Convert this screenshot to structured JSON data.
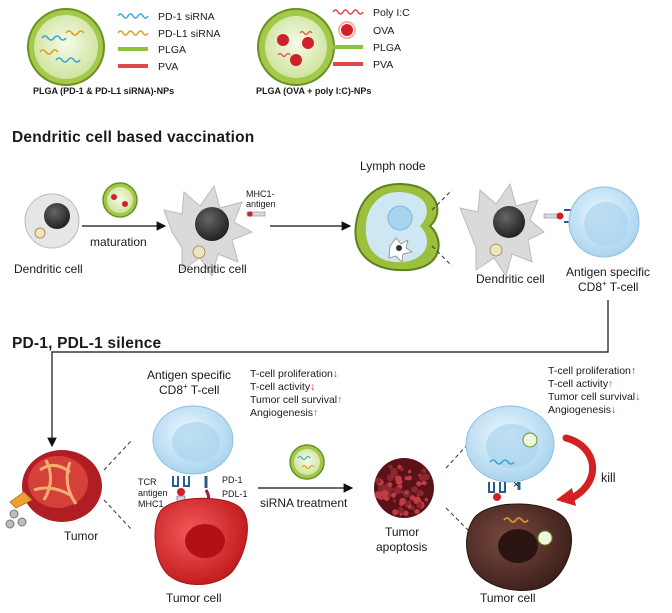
{
  "legend_left": {
    "items": [
      "PD-1 siRNA",
      "PD-L1 siRNA",
      "PLGA",
      "PVA"
    ],
    "caption": "PLGA (PD-1 & PD-L1 siRNA)-NPs"
  },
  "legend_right": {
    "items": [
      "Poly I:C",
      "OVA",
      "PLGA",
      "PVA"
    ],
    "caption": "PLGA (OVA + poly I:C)-NPs"
  },
  "section1": {
    "title": "Dendritic cell based vaccination",
    "maturation": "maturation",
    "dendritic_cell_1": "Dendritic cell",
    "dendritic_cell_2": "Dendritic cell",
    "mhc_line1": "MHC1-",
    "mhc_line2": "antigen",
    "lymph_node": "Lymph node",
    "dendritic_cell_3": "Dendritic cell",
    "antigen_line1": "Antigen specific",
    "antigen_line2_main": "CD8",
    "antigen_line2_sup": "+",
    "antigen_line2_tail": " T-cell"
  },
  "section2": {
    "title": "PD-1, PDL-1 silence",
    "antigen_line1": "Antigen specific",
    "antigen_line2_main": "CD8",
    "antigen_line2_sup": "+",
    "antigen_line2_tail": " T-cell",
    "effects_left": [
      {
        "text": "T-cell proliferation",
        "arrow": "↓",
        "color": "#d42020"
      },
      {
        "text": "T-cell activity",
        "arrow": "↓",
        "color": "#d42020"
      },
      {
        "text": "Tumor cell survival",
        "arrow": "↑",
        "color": "#2a7fd0"
      },
      {
        "text": "Angiogenesis",
        "arrow": "↑",
        "color": "#2a7fd0"
      }
    ],
    "effects_right": [
      {
        "text": "T-cell proliferation",
        "arrow": "↑",
        "color": "#d42020"
      },
      {
        "text": "T-cell activity",
        "arrow": "↑",
        "color": "#2a7fd0"
      },
      {
        "text": "Tumor cell survival",
        "arrow": "↓",
        "color": "#d42020"
      },
      {
        "text": "Angiogenesis",
        "arrow": "↓",
        "color": "#d42020"
      }
    ],
    "tcr": "TCR",
    "antigen": "antigen",
    "mhc1": "MHC1",
    "pd1": "PD-1",
    "pdl1": "PDL-1",
    "tumor": "Tumor",
    "tumor_cell_1": "Tumor cell",
    "sirna_treatment": "siRNA treatment",
    "tumor_apoptosis_1": "Tumor",
    "tumor_apoptosis_2": "apoptosis",
    "kill": "kill",
    "tumor_cell_2": "Tumor cell"
  },
  "colors": {
    "pd1_sirna": "#3ba9d6",
    "pdl1_sirna": "#e0a020",
    "plga": "#8fc23a",
    "pva": "#e0484a",
    "tumor_red": "#d42a2a",
    "tcell_blue": "#bfe2f4",
    "dc_gray": "#d5d5d5"
  }
}
